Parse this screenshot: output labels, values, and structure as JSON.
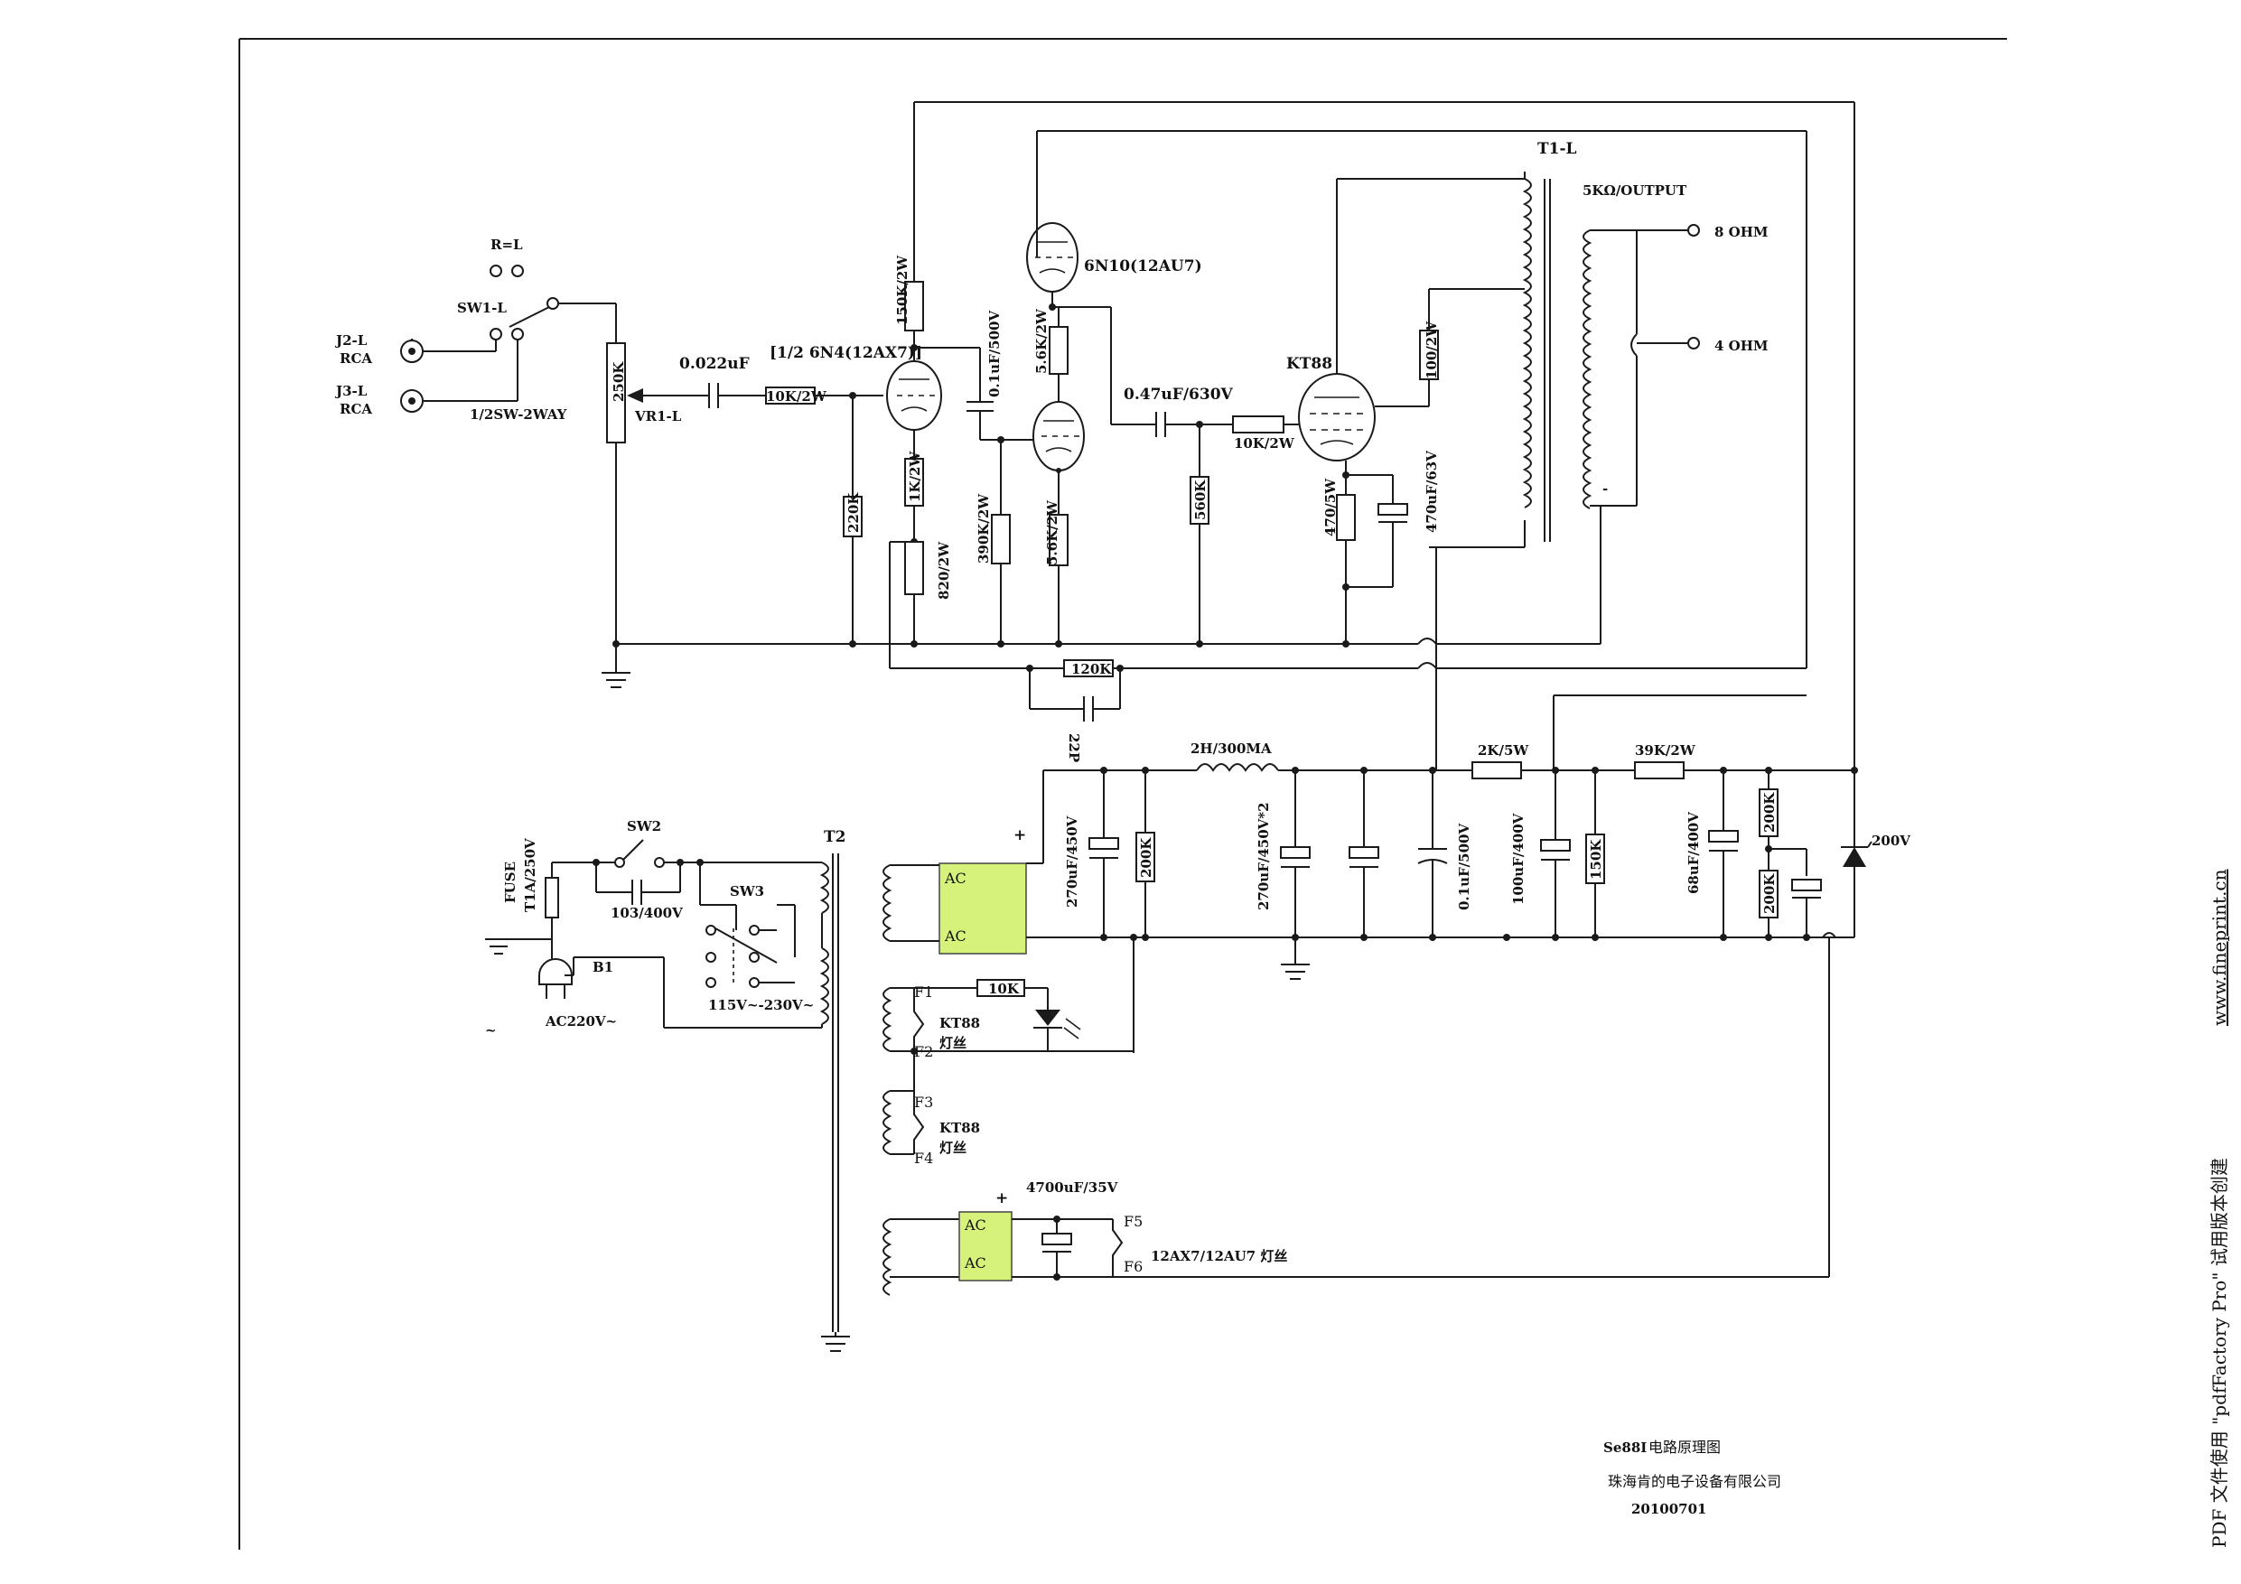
{
  "input": {
    "rl": "R=L",
    "sw1": "SW1-L",
    "j2": "J2-L",
    "j2_rca": "RCA",
    "j3": "J3-L",
    "j3_rca": "RCA",
    "sw_type": "1/2SW-2WAY",
    "vr": "VR1-L",
    "pot": "250K"
  },
  "preamp": {
    "c_in": "0.022uF",
    "r_grid": "10K/2W",
    "tube1": "[1/2 6N4(12AX7)]",
    "r_plate1": "150K/2W",
    "r_220k": "220K",
    "r_1k": "1K/2W",
    "r_820": "820/2W",
    "c_coup1": "0.1uF/500V",
    "r_390k": "390K/2W",
    "tube2": "6N10(12AU7)",
    "r_56k_top": "5.6K/2W",
    "r_56k_bot": "5.6K/2W",
    "c_coup2": "0.47uF/630V",
    "r_grid2": "10K/2W",
    "r_560k": "560K",
    "fb_r": "120K",
    "fb_c": "22P"
  },
  "power_tube": {
    "tube": "KT88",
    "r_screen": "100/2W",
    "r_cath": "470/5W",
    "c_cath": "470uF/63V"
  },
  "output": {
    "transformer": "T1-L",
    "primary": "5KΩ/OUTPUT",
    "tap8": "8 OHM",
    "tap4": "4 OHM",
    "minus": "-"
  },
  "psu": {
    "choke": "2H/300MA",
    "r_2k": "2K/5W",
    "r_39k": "39K/2W",
    "c_270_1": "270uF/450V",
    "r_200k_a": "200K",
    "c_270_2": "270uF/450V*2",
    "c_01": "0.1uF/500V",
    "c_100": "100uF/400V",
    "r_150k": "150K",
    "c_68": "68uF/400V",
    "r_200k_b": "200K",
    "r_200k_c": "200K",
    "zener": "200V",
    "plus": "+",
    "ac1": "AC",
    "ac2": "AC"
  },
  "mains": {
    "fuse": "FUSE",
    "fuse_val": "T1A/250V",
    "sw2": "SW2",
    "cap": "103/400V",
    "sw3": "SW3",
    "volt": "115V~-230V~",
    "b1": "B1",
    "ac": "AC220V~",
    "tilde": "~",
    "t2": "T2"
  },
  "heaters": {
    "f1": "F1",
    "f2": "F2",
    "kt88_a": "KT88",
    "fil_a": "灯丝",
    "r_10k": "10K",
    "f3": "F3",
    "f4": "F4",
    "kt88_b": "KT88",
    "fil_b": "灯丝",
    "c_4700": "4700uF/35V",
    "plus": "+",
    "ac3": "AC",
    "ac4": "AC",
    "f5": "F5",
    "f6": "F6",
    "fil_c": "12AX7/12AU7 灯丝"
  },
  "title_block": {
    "title_model": "Se88I",
    "title_rest": "电路原理图",
    "company": "珠海肯的电子设备有限公司",
    "date": "20100701"
  },
  "watermark": {
    "text": "PDF 文件使用 \"pdfFactory Pro\" 试用版本创建",
    "link": "www.fineprint.cn"
  }
}
